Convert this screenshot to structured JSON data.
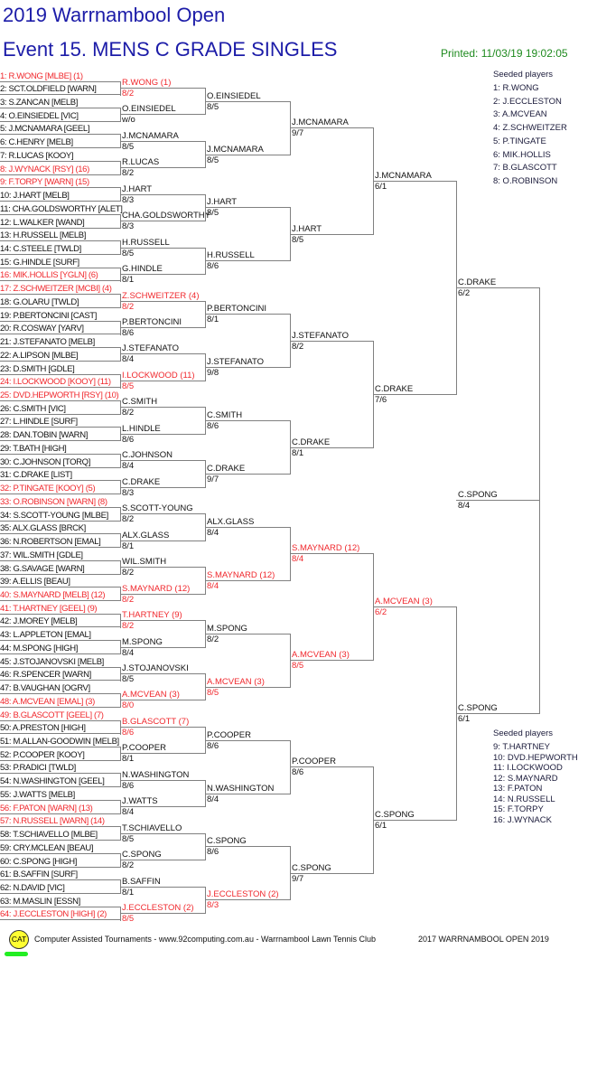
{
  "header": {
    "title": "2019 Warrnambool Open",
    "event": "Event 15. MENS C GRADE SINGLES",
    "printed": "Printed: 11/03/19 19:02:05"
  },
  "colors": {
    "seeded": "#f0282d",
    "title": "#1c1ca8",
    "printed": "#1e8a1e",
    "lines": "#808080"
  },
  "rounds": [
    [
      {
        "n": "1: R.WONG [MLBE] (1)",
        "r": 1
      },
      {
        "n": "2: SCT.OLDFIELD [WARN]"
      },
      {
        "n": "3: S.ZANCAN [MELB]"
      },
      {
        "n": "4: O.EINSIEDEL [VIC]"
      },
      {
        "n": "5: J.MCNAMARA [GEEL]"
      },
      {
        "n": "6: C.HENRY [MELB]"
      },
      {
        "n": "7: R.LUCAS [KOOY]"
      },
      {
        "n": "8: J.WYNACK [RSY] (16)",
        "r": 1
      },
      {
        "n": "9: F.TORPY [WARN] (15)",
        "r": 1
      },
      {
        "n": "10: J.HART [MELB]"
      },
      {
        "n": "11: CHA.GOLDSWORTHY [ALET]"
      },
      {
        "n": "12: L.WALKER [WAND]"
      },
      {
        "n": "13: H.RUSSELL [MELB]"
      },
      {
        "n": "14: C.STEELE [TWLD]"
      },
      {
        "n": "15: G.HINDLE [SURF]"
      },
      {
        "n": "16: MIK.HOLLIS [YGLN] (6)",
        "r": 1
      },
      {
        "n": "17: Z.SCHWEITZER [MCBI] (4)",
        "r": 1
      },
      {
        "n": "18: G.OLARU [TWLD]"
      },
      {
        "n": "19: P.BERTONCINI [CAST]"
      },
      {
        "n": "20: R.COSWAY [YARV]"
      },
      {
        "n": "21: J.STEFANATO [MELB]"
      },
      {
        "n": "22: A.LIPSON [MLBE]"
      },
      {
        "n": "23: D.SMITH [GDLE]"
      },
      {
        "n": "24: I.LOCKWOOD [KOOY] (11)",
        "r": 1
      },
      {
        "n": "25: DVD.HEPWORTH [RSY] (10)",
        "r": 1
      },
      {
        "n": "26: C.SMITH [VIC]"
      },
      {
        "n": "27: L.HINDLE [SURF]"
      },
      {
        "n": "28: DAN.TOBIN [WARN]"
      },
      {
        "n": "29: T.BATH [HIGH]"
      },
      {
        "n": "30: C.JOHNSON [TORQ]"
      },
      {
        "n": "31: C.DRAKE [LIST]"
      },
      {
        "n": "32: P.TINGATE [KOOY] (5)",
        "r": 1
      },
      {
        "n": "33: O.ROBINSON [WARN] (8)",
        "r": 1
      },
      {
        "n": "34: S.SCOTT-YOUNG [MLBE]"
      },
      {
        "n": "35: ALX.GLASS [BRCK]"
      },
      {
        "n": "36: N.ROBERTSON [EMAL]"
      },
      {
        "n": "37: WIL.SMITH [GDLE]"
      },
      {
        "n": "38: G.SAVAGE [WARN]"
      },
      {
        "n": "39: A.ELLIS [BEAU]"
      },
      {
        "n": "40: S.MAYNARD [MELB] (12)",
        "r": 1
      },
      {
        "n": "41: T.HARTNEY [GEEL] (9)",
        "r": 1
      },
      {
        "n": "42: J.MOREY [MELB]"
      },
      {
        "n": "43: L.APPLETON [EMAL]"
      },
      {
        "n": "44: M.SPONG [HIGH]"
      },
      {
        "n": "45: J.STOJANOVSKI [MELB]"
      },
      {
        "n": "46: R.SPENCER [WARN]"
      },
      {
        "n": "47: B.VAUGHAN [OGRV]"
      },
      {
        "n": "48: A.MCVEAN [EMAL] (3)",
        "r": 1
      },
      {
        "n": "49: B.GLASCOTT [GEEL] (7)",
        "r": 1
      },
      {
        "n": "50: A.PRESTON [HIGH]"
      },
      {
        "n": "51: M.ALLAN-GOODWIN [MELB]"
      },
      {
        "n": "52: P.COOPER [KOOY]"
      },
      {
        "n": "53: P.RADICI [TWLD]"
      },
      {
        "n": "54: N.WASHINGTON [GEEL]"
      },
      {
        "n": "55: J.WATTS [MELB]"
      },
      {
        "n": "56: F.PATON [WARN] (13)",
        "r": 1
      },
      {
        "n": "57: N.RUSSELL [WARN] (14)",
        "r": 1
      },
      {
        "n": "58: T.SCHIAVELLO [MLBE]"
      },
      {
        "n": "59: CRY.MCLEAN [BEAU]"
      },
      {
        "n": "60: C.SPONG [HIGH]"
      },
      {
        "n": "61: B.SAFFIN [SURF]"
      },
      {
        "n": "62: N.DAVID [VIC]"
      },
      {
        "n": "63: M.MASLIN [ESSN]"
      },
      {
        "n": "64: J.ECCLESTON [HIGH] (2)",
        "r": 1
      }
    ],
    [
      {
        "n": "R.WONG (1)",
        "s": "8/2",
        "r": 1
      },
      {
        "n": "O.EINSIEDEL",
        "s": "w/o"
      },
      {
        "n": "J.MCNAMARA",
        "s": "8/5"
      },
      {
        "n": "R.LUCAS",
        "s": "8/2"
      },
      {
        "n": "J.HART",
        "s": "8/3"
      },
      {
        "n": "CHA.GOLDSWORTHY",
        "s": "8/3"
      },
      {
        "n": "H.RUSSELL",
        "s": "8/5"
      },
      {
        "n": "G.HINDLE",
        "s": "8/1"
      },
      {
        "n": "Z.SCHWEITZER (4)",
        "s": "8/2",
        "r": 1
      },
      {
        "n": "P.BERTONCINI",
        "s": "8/6"
      },
      {
        "n": "J.STEFANATO",
        "s": "8/4"
      },
      {
        "n": "I.LOCKWOOD (11)",
        "s": "8/5",
        "r": 1
      },
      {
        "n": "C.SMITH",
        "s": "8/2"
      },
      {
        "n": "L.HINDLE",
        "s": "8/6"
      },
      {
        "n": "C.JOHNSON",
        "s": "8/4"
      },
      {
        "n": "C.DRAKE",
        "s": "8/3"
      },
      {
        "n": "S.SCOTT-YOUNG",
        "s": "8/2"
      },
      {
        "n": "ALX.GLASS",
        "s": "8/1"
      },
      {
        "n": "WIL.SMITH",
        "s": "8/2"
      },
      {
        "n": "S.MAYNARD (12)",
        "s": "8/2",
        "r": 1
      },
      {
        "n": "T.HARTNEY (9)",
        "s": "8/2",
        "r": 1
      },
      {
        "n": "M.SPONG",
        "s": "8/4"
      },
      {
        "n": "J.STOJANOVSKI",
        "s": "8/5"
      },
      {
        "n": "A.MCVEAN (3)",
        "s": "8/0",
        "r": 1
      },
      {
        "n": "B.GLASCOTT (7)",
        "s": "8/6",
        "r": 1
      },
      {
        "n": "P.COOPER",
        "s": "8/1"
      },
      {
        "n": "N.WASHINGTON",
        "s": "8/6"
      },
      {
        "n": "J.WATTS",
        "s": "8/4"
      },
      {
        "n": "T.SCHIAVELLO",
        "s": "8/5"
      },
      {
        "n": "C.SPONG",
        "s": "8/2"
      },
      {
        "n": "B.SAFFIN",
        "s": "8/1"
      },
      {
        "n": "J.ECCLESTON (2)",
        "s": "8/5",
        "r": 1
      }
    ],
    [
      {
        "n": "O.EINSIEDEL",
        "s": "8/5"
      },
      {
        "n": "J.MCNAMARA",
        "s": "8/5"
      },
      {
        "n": "J.HART",
        "s": "8/5"
      },
      {
        "n": "H.RUSSELL",
        "s": "8/6"
      },
      {
        "n": "P.BERTONCINI",
        "s": "8/1"
      },
      {
        "n": "J.STEFANATO",
        "s": "9/8"
      },
      {
        "n": "C.SMITH",
        "s": "8/6"
      },
      {
        "n": "C.DRAKE",
        "s": "9/7"
      },
      {
        "n": "ALX.GLASS",
        "s": "8/4"
      },
      {
        "n": "S.MAYNARD (12)",
        "s": "8/4",
        "r": 1
      },
      {
        "n": "M.SPONG",
        "s": "8/2"
      },
      {
        "n": "A.MCVEAN (3)",
        "s": "8/5",
        "r": 1
      },
      {
        "n": "P.COOPER",
        "s": "8/6"
      },
      {
        "n": "N.WASHINGTON",
        "s": "8/4"
      },
      {
        "n": "C.SPONG",
        "s": "8/6"
      },
      {
        "n": "J.ECCLESTON (2)",
        "s": "8/3",
        "r": 1
      }
    ],
    [
      {
        "n": "J.MCNAMARA",
        "s": "9/7"
      },
      {
        "n": "J.HART",
        "s": "8/5"
      },
      {
        "n": "J.STEFANATO",
        "s": "8/2"
      },
      {
        "n": "C.DRAKE",
        "s": "8/1"
      },
      {
        "n": "S.MAYNARD (12)",
        "s": "8/4",
        "r": 1
      },
      {
        "n": "A.MCVEAN (3)",
        "s": "8/5",
        "r": 1
      },
      {
        "n": "P.COOPER",
        "s": "8/6"
      },
      {
        "n": "C.SPONG",
        "s": "9/7"
      }
    ],
    [
      {
        "n": "J.MCNAMARA",
        "s": "6/1"
      },
      {
        "n": "C.DRAKE",
        "s": "7/6"
      },
      {
        "n": "A.MCVEAN (3)",
        "s": "6/2",
        "r": 1
      },
      {
        "n": "C.SPONG",
        "s": "6/1"
      }
    ],
    [
      {
        "n": "C.DRAKE",
        "s": "6/2"
      },
      {
        "n": "C.SPONG",
        "s": "6/1"
      }
    ],
    [
      {
        "n": "C.SPONG",
        "s": "8/4"
      }
    ]
  ],
  "seeded_top": {
    "title": "Seeded players",
    "items": [
      "1: R.WONG",
      "2: J.ECCLESTON",
      "3: A.MCVEAN",
      "4: Z.SCHWEITZER",
      "5: P.TINGATE",
      "6: MIK.HOLLIS",
      "7: B.GLASCOTT",
      "8: O.ROBINSON"
    ]
  },
  "seeded_bottom": {
    "title": "Seeded players",
    "items": [
      "9: T.HARTNEY",
      "10: DVD.HEPWORTH",
      "11: I.LOCKWOOD",
      "12: S.MAYNARD",
      "13: F.PATON",
      "14: N.RUSSELL",
      "15: F.TORPY",
      "16: J.WYNACK"
    ]
  },
  "footer": {
    "logo": "CAT",
    "credit": "Computer Assisted Tournaments - www.92computing.com.au -  Warrnambool Lawn Tennis Club",
    "event": "2017 WARRNAMBOOL OPEN 2019"
  }
}
